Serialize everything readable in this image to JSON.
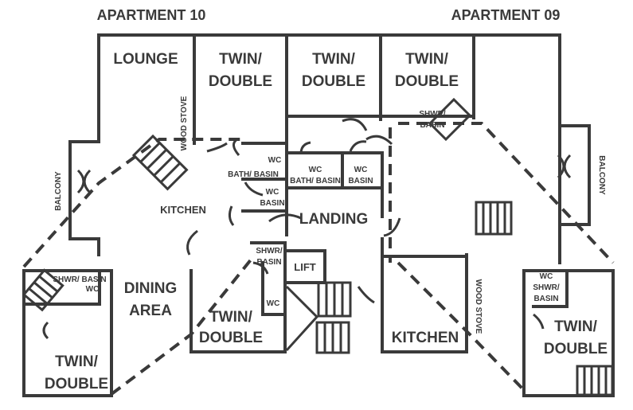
{
  "headers": {
    "apt10": "APARTMENT 10",
    "apt09": "APARTMENT 09"
  },
  "rooms": {
    "lounge": "LOUNGE",
    "twin_a_1": "TWIN/",
    "twin_a_2": "DOUBLE",
    "twin_b_1": "TWIN/",
    "twin_b_2": "DOUBLE",
    "twin_c_1": "TWIN/",
    "twin_c_2": "DOUBLE",
    "wood_stove_left": "WOOD STOVE",
    "wc_1": "WC",
    "bath_basin": "BATH/ BASIN",
    "wc_2": "WC",
    "basin_2": "BASIN",
    "wc_3": "WC",
    "bath_basin_3": "BATH/ BASIN",
    "wc_4": "WC",
    "basin_4": "BASIN",
    "shwr_top_1": "SHWR/",
    "shwr_top_2": "BASIN",
    "balcony_left": "BALCONY",
    "kitchen_left": "KITCHEN",
    "landing": "LANDING",
    "balcony_right": "BALCONY",
    "shwr_mid_1": "SHWR/",
    "shwr_mid_2": "BASIN",
    "lift": "LIFT",
    "wc_small": "WC",
    "dining_1": "DINING",
    "dining_2": "AREA",
    "twin_d_1": "TWIN/",
    "twin_d_2": "DOUBLE",
    "wood_stove_right": "WOOD STOVE",
    "kitchen_right": "KITCHEN",
    "shwr_left": "SHWR/ BASIN",
    "wc_left": "WC",
    "twin_e_1": "TWIN/",
    "twin_e_2": "DOUBLE",
    "wc_right": "WC",
    "shwr_right": "SHWR/",
    "basin_right": "BASIN",
    "twin_f_1": "TWIN/",
    "twin_f_2": "DOUBLE"
  },
  "icons": [
    "door-swing-icon",
    "stairs-icon"
  ],
  "colors": {
    "line": "#3a3a3a",
    "background": "#ffffff"
  }
}
